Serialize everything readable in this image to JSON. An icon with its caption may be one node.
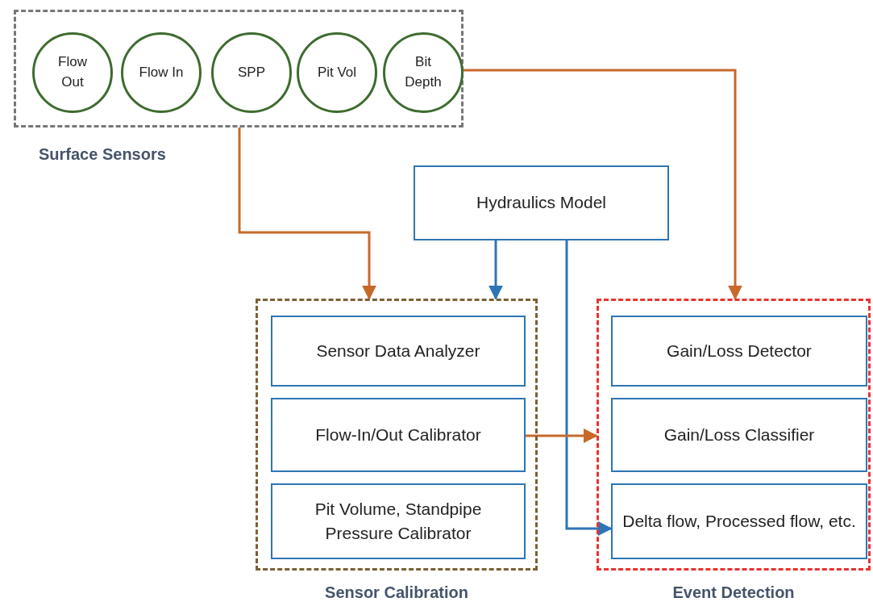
{
  "diagram": {
    "nodes": [
      {
        "text": [
          "Surface Sensors"
        ]
      },
      {
        "text": [
          "Flow Out"
        ],
        "in": 0
      },
      {
        "text": [
          "Flow In"
        ],
        "in": 0
      },
      {
        "text": [
          "SPP"
        ],
        "in": 0
      },
      {
        "text": [
          "Pit Vol"
        ],
        "in": 0
      },
      {
        "text": [
          "Bit Depth"
        ],
        "in": 0
      },
      {
        "text": [
          "Hydraulics Model"
        ]
      },
      {
        "text": [
          "Sensor Calibration"
        ]
      },
      {
        "text": [
          "Sensor Data Analyzer"
        ],
        "in": 7
      },
      {
        "text": [
          "Flow-In/Out Calibrator"
        ],
        "in": 7
      },
      {
        "text": [
          "Pit Volume, Standpipe Pressure Calibrator"
        ],
        "in": 7
      },
      {
        "text": [
          "Event Detection"
        ]
      },
      {
        "text": [
          "Gain/Loss Detector"
        ],
        "in": 11
      },
      {
        "text": [
          "Gain/Loss Classifier"
        ],
        "in": 11
      },
      {
        "text": [
          "Delta flow, Processed flow, etc."
        ],
        "in": 11
      }
    ],
    "edges": [
      {
        "from": 0,
        "to": 7,
        "arrow": "to"
      },
      {
        "from": 0,
        "to": 11,
        "arrow": "to"
      },
      {
        "from": 6,
        "to": 7,
        "arrow": "to",
        "color": "#2e75b6"
      },
      {
        "from": 6,
        "to": 14,
        "arrow": "to",
        "color": "#2e75b6"
      },
      {
        "from": 9,
        "to": 11,
        "arrow": "to"
      }
    ]
  }
}
